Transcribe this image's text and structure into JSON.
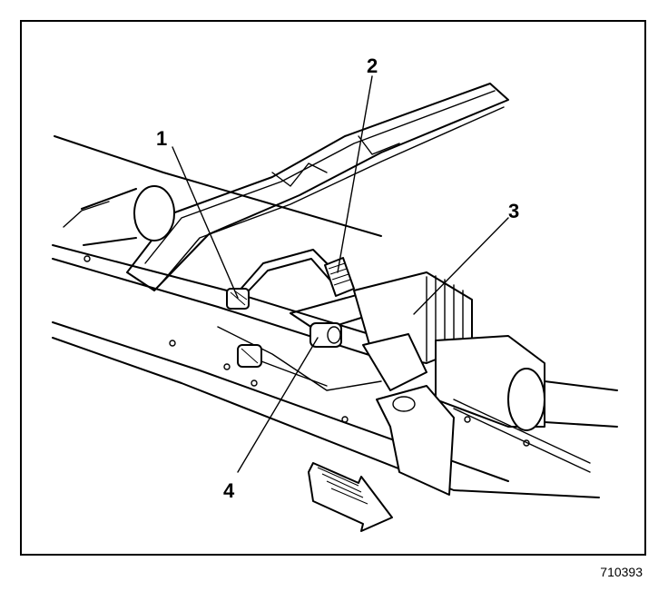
{
  "figure": {
    "figure_id": "710393",
    "callouts": [
      {
        "id": "1",
        "label": "1"
      },
      {
        "id": "2",
        "label": "2"
      },
      {
        "id": "3",
        "label": "3"
      },
      {
        "id": "4",
        "label": "4"
      }
    ],
    "direction_arrow": "front-arrow-icon",
    "colors": {
      "line": "#000000",
      "background": "#ffffff"
    }
  }
}
